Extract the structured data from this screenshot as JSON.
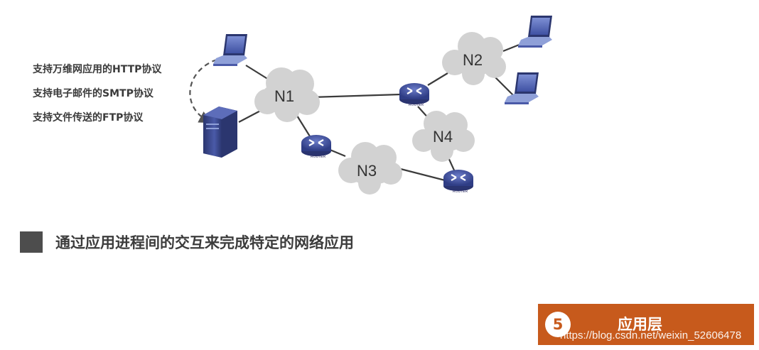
{
  "protocols": [
    "支持万维网应用的HTTP协议",
    "支持电子邮件的SMTP协议",
    "支持文件传送的FTP协议"
  ],
  "diagram": {
    "networks": [
      "N1",
      "N2",
      "N3",
      "N4"
    ],
    "router_label": "ROUTER"
  },
  "bullet": {
    "text": "通过应用进程间的交互来完成特定的网络应用"
  },
  "layer_badge": {
    "number": "5",
    "title": "应用层"
  },
  "watermark": "https://blog.csdn.net/weixin_52606478",
  "colors": {
    "badge": "#c75a1c",
    "cloud": "#d2d2d2",
    "router": "#3f4fa0",
    "laptop_screen": "#5b6fb8",
    "server": "#3d4a8e",
    "bullet_square": "#4d4d4d"
  }
}
